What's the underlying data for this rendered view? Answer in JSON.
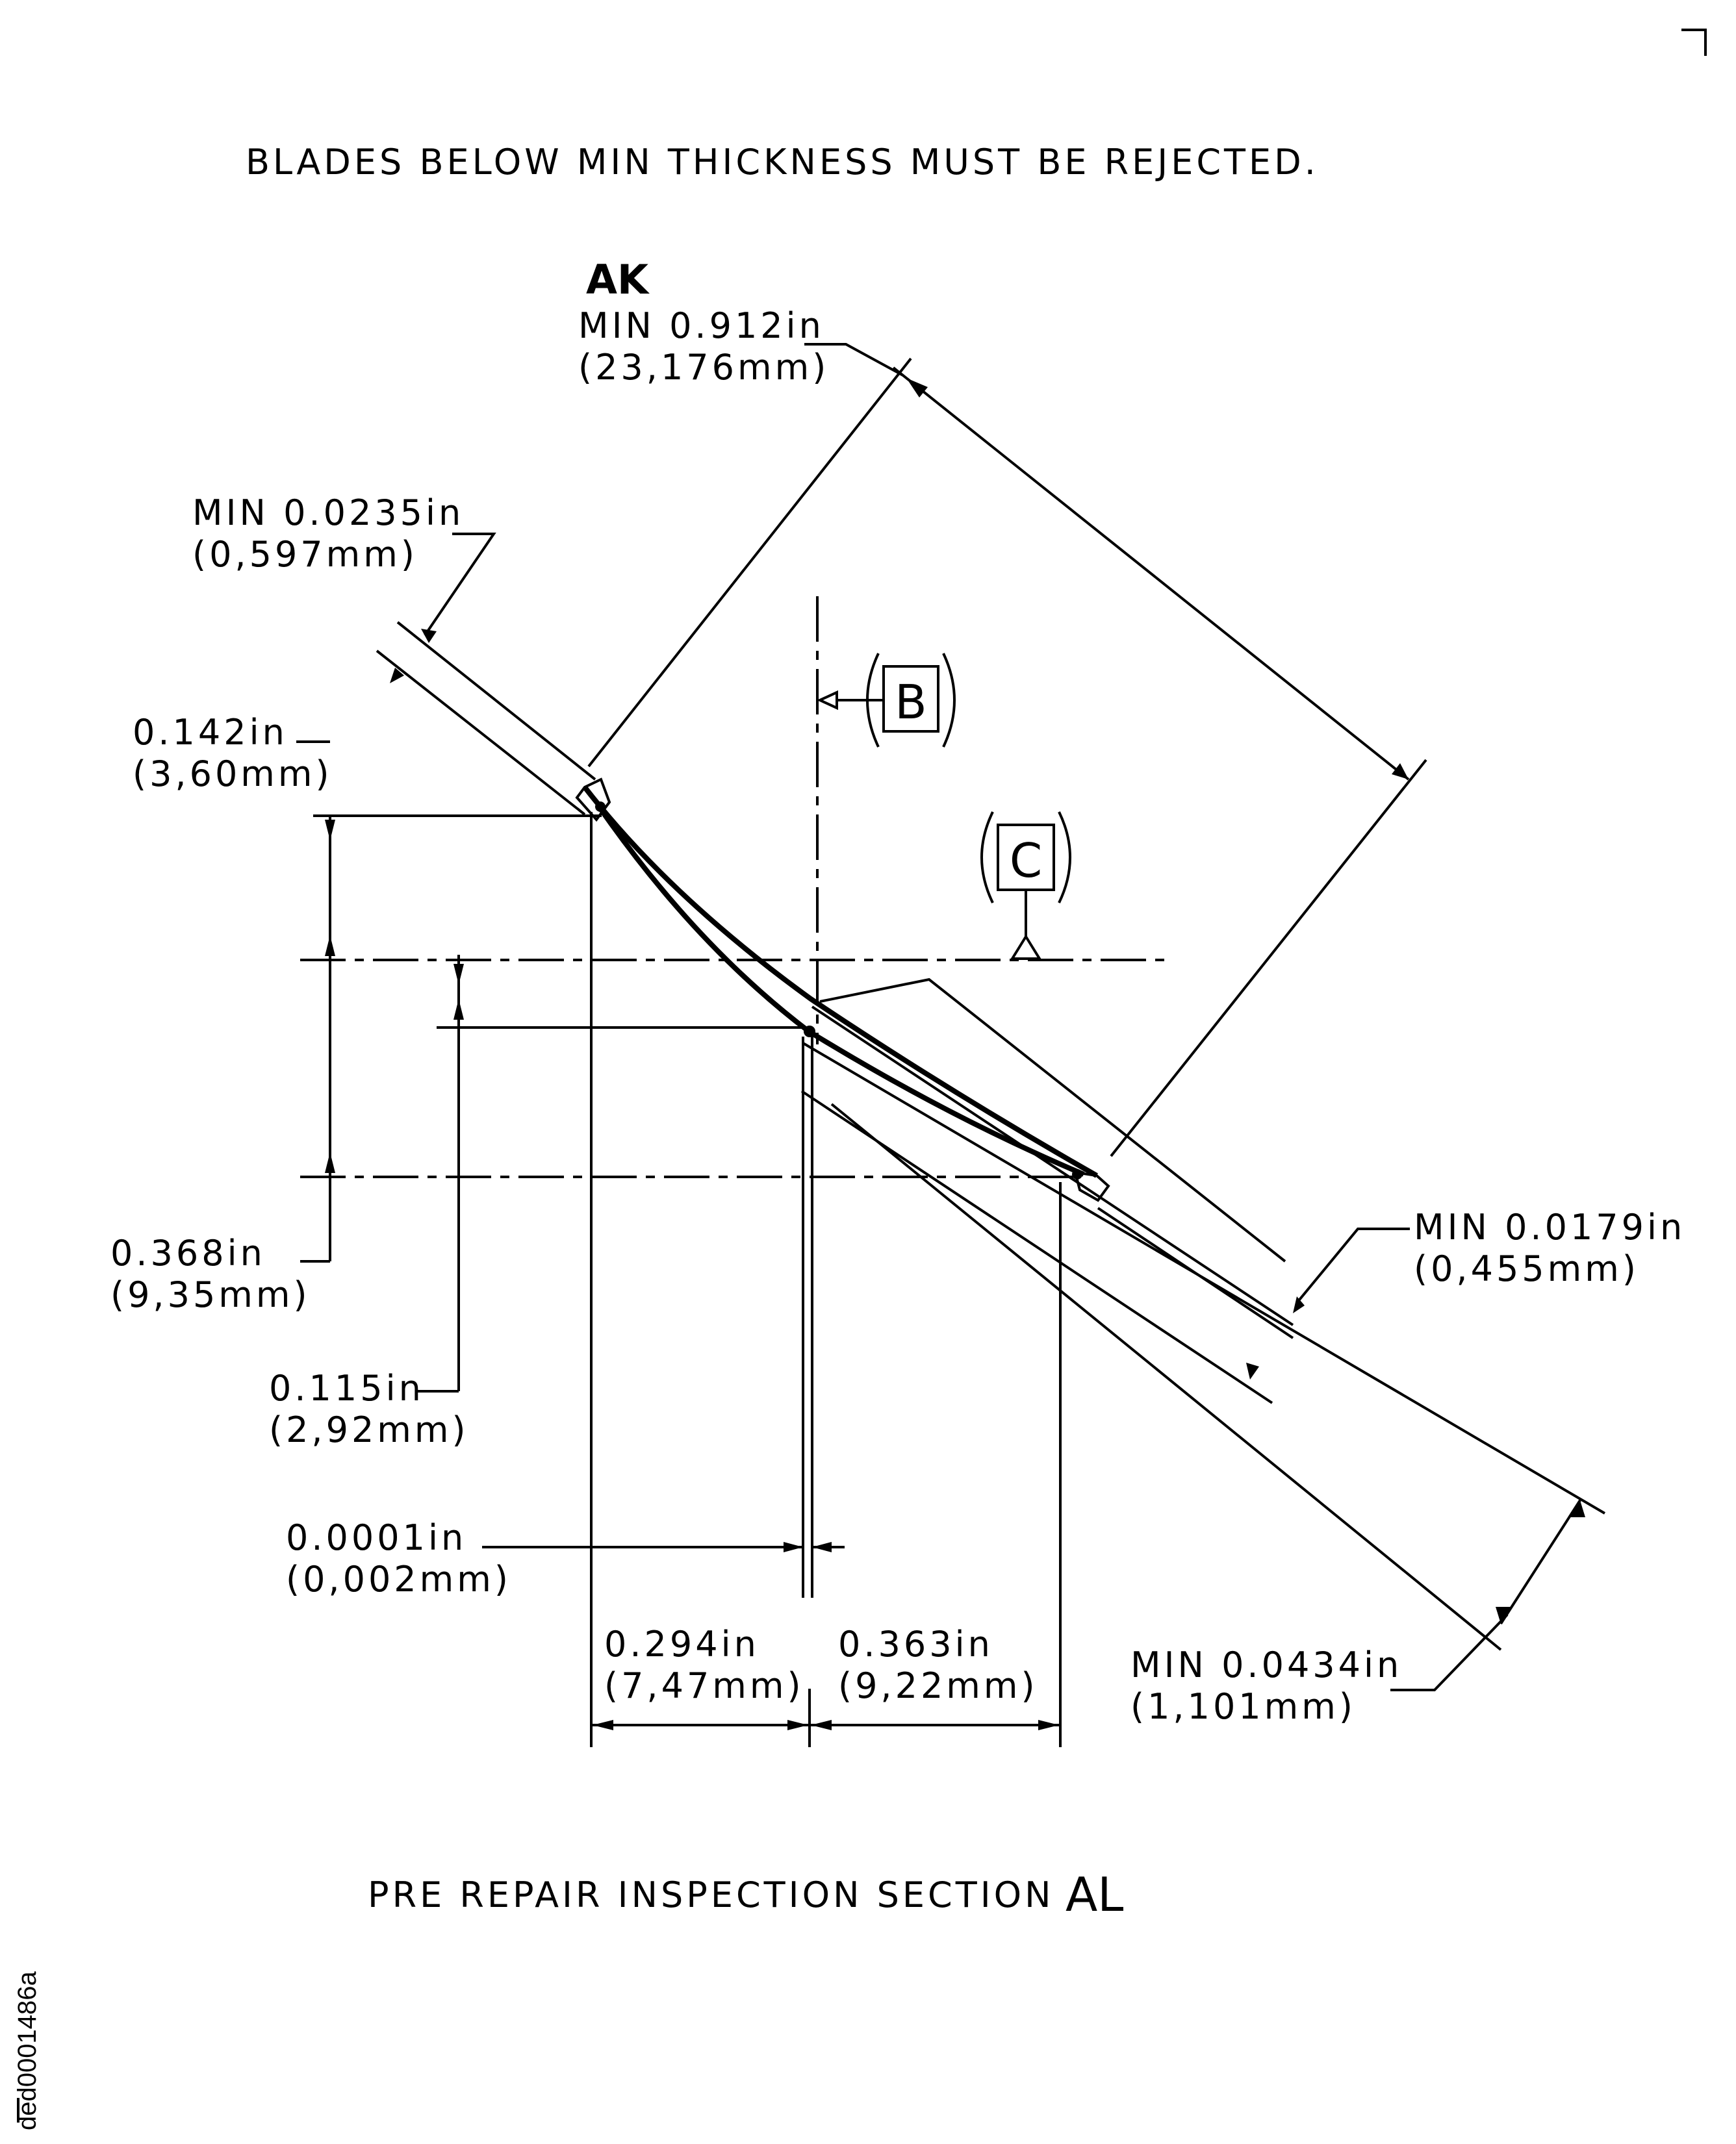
{
  "header_note": "BLADES BELOW MIN THICKNESS MUST BE REJECTED.",
  "section_view_label": "AK",
  "dimensions": {
    "chord_min": {
      "in": "MIN 0.912in",
      "mm": "(23,176mm)"
    },
    "upper_tip_thickness": {
      "in": "MIN 0.0235in",
      "mm": "(0,597mm)"
    },
    "leading_edge_offset": {
      "in": "0.142in",
      "mm": "(3,60mm)"
    },
    "trailing_edge_offset": {
      "in": "0.368in",
      "mm": "(9,35mm)"
    },
    "mid_offset": {
      "in": "0.115in",
      "mm": "(2,92mm)"
    },
    "datum_offset": {
      "in": "0.0001in",
      "mm": "(0,002mm)"
    },
    "left_span": {
      "in": "0.294in",
      "mm": "(7,47mm)"
    },
    "right_span": {
      "in": "0.363in",
      "mm": "(9,22mm)"
    },
    "lower_tip_thickness": {
      "in": "MIN 0.0179in",
      "mm": "(0,455mm)"
    },
    "edge_thickness": {
      "in": "MIN 0.0434in",
      "mm": "(1,101mm)"
    }
  },
  "datums": {
    "b": "B",
    "c": "C"
  },
  "footer_title": {
    "text": "PRE REPAIR INSPECTION SECTION",
    "letter": "AL"
  },
  "drawing_id": "ded0001486a"
}
